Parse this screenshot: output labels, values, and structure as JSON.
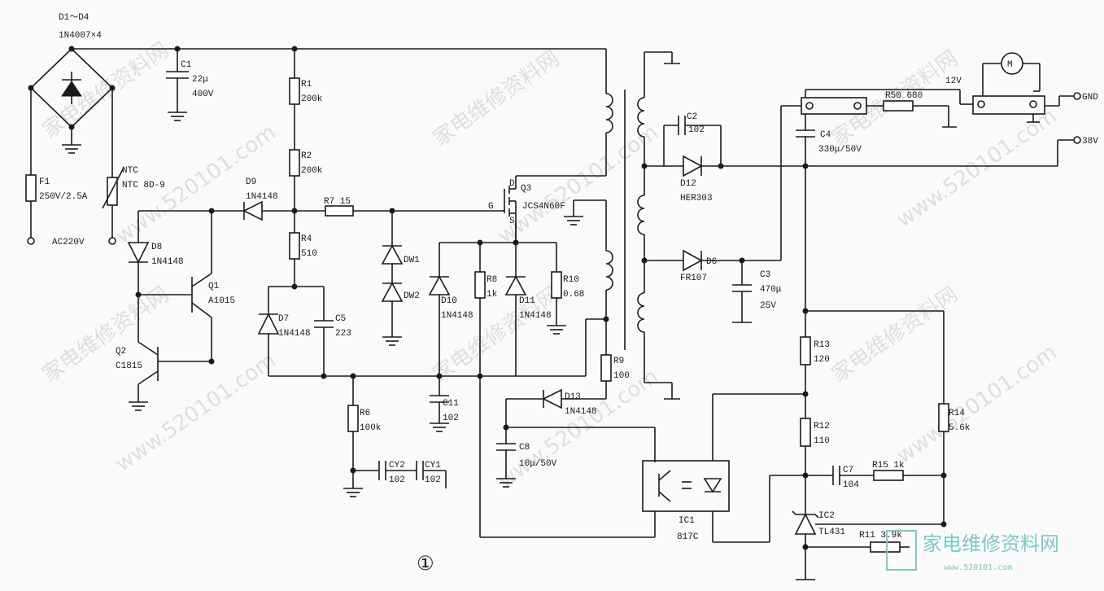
{
  "labels": {
    "d1_d4": "D1～D4",
    "d1_d4_part": "1N4007×4",
    "c1": "C1",
    "c1_val": "22μ",
    "c1_volt": "400V",
    "r1": "R1",
    "r1_val": "200k",
    "r2": "R2",
    "r2_val": "200k",
    "f1": "F1",
    "f1_val": "250V/2.5A",
    "ntc": "NTC",
    "ntc_val": "NTC 8D-9",
    "ac": "AC220V",
    "d9": "D9",
    "d9_part": "1N4148",
    "r7": "R7 15",
    "r4": "R4",
    "r4_val": "510",
    "d8": "D8",
    "d8_part": "1N4148",
    "q1": "Q1",
    "q1_part": "A1015",
    "d7": "D7",
    "d7_part": "1N4148",
    "c5": "C5",
    "c5_val": "223",
    "dw1": "DW1",
    "dw2": "DW2",
    "q2": "Q2",
    "q2_part": "C1815",
    "r6": "R6",
    "r6_val": "100k",
    "cy2": "CY2",
    "cy2_val": "102",
    "cy1": "CY1",
    "cy1_val": "102",
    "d10": "D10",
    "d10_part": "1N4148",
    "r8": "R8",
    "r8_val": "1k",
    "d11": "D11",
    "d11_part": "1N4148",
    "r10": "R10",
    "r10_val": "0.68",
    "c11": "C11",
    "c11_val": "102",
    "q3": "Q3",
    "q3_part": "JCS4N60F",
    "q3_d": "D",
    "q3_g": "G",
    "q3_s": "S",
    "r9": "R9",
    "r9_val": "100",
    "d13": "D13",
    "d13_part": "1N4148",
    "c8": "C8",
    "c8_val": "10μ/50V",
    "c2": "C2",
    "c2_val": "102",
    "d12": "D12",
    "d12_part": "HER303",
    "d6": "D6",
    "d6_part": "FR107",
    "c3": "C3",
    "c3_val": "470μ",
    "c3_volt": "25V",
    "c4": "C4",
    "c4_val": "330μ/50V",
    "r50": "R50 680",
    "v12": "12V",
    "motor": "M",
    "gnd": "GND",
    "v38": "38V",
    "r13": "R13",
    "r13_val": "120",
    "r12": "R12",
    "r12_val": "110",
    "r14": "R14",
    "r14_val": "5.6k",
    "c7": "C7",
    "c7_val": "104",
    "r15": "R15 1k",
    "ic1": "IC1",
    "ic1_part": "817C",
    "ic2": "IC2",
    "ic2_part": "TL431",
    "r11": "R11 3.9k",
    "figure_num": "①"
  },
  "watermark": {
    "cn": "家电维修资料网",
    "url": "www.520101.com"
  },
  "logo": {
    "title": "家电维修资料网",
    "url": "www.520101.com"
  }
}
